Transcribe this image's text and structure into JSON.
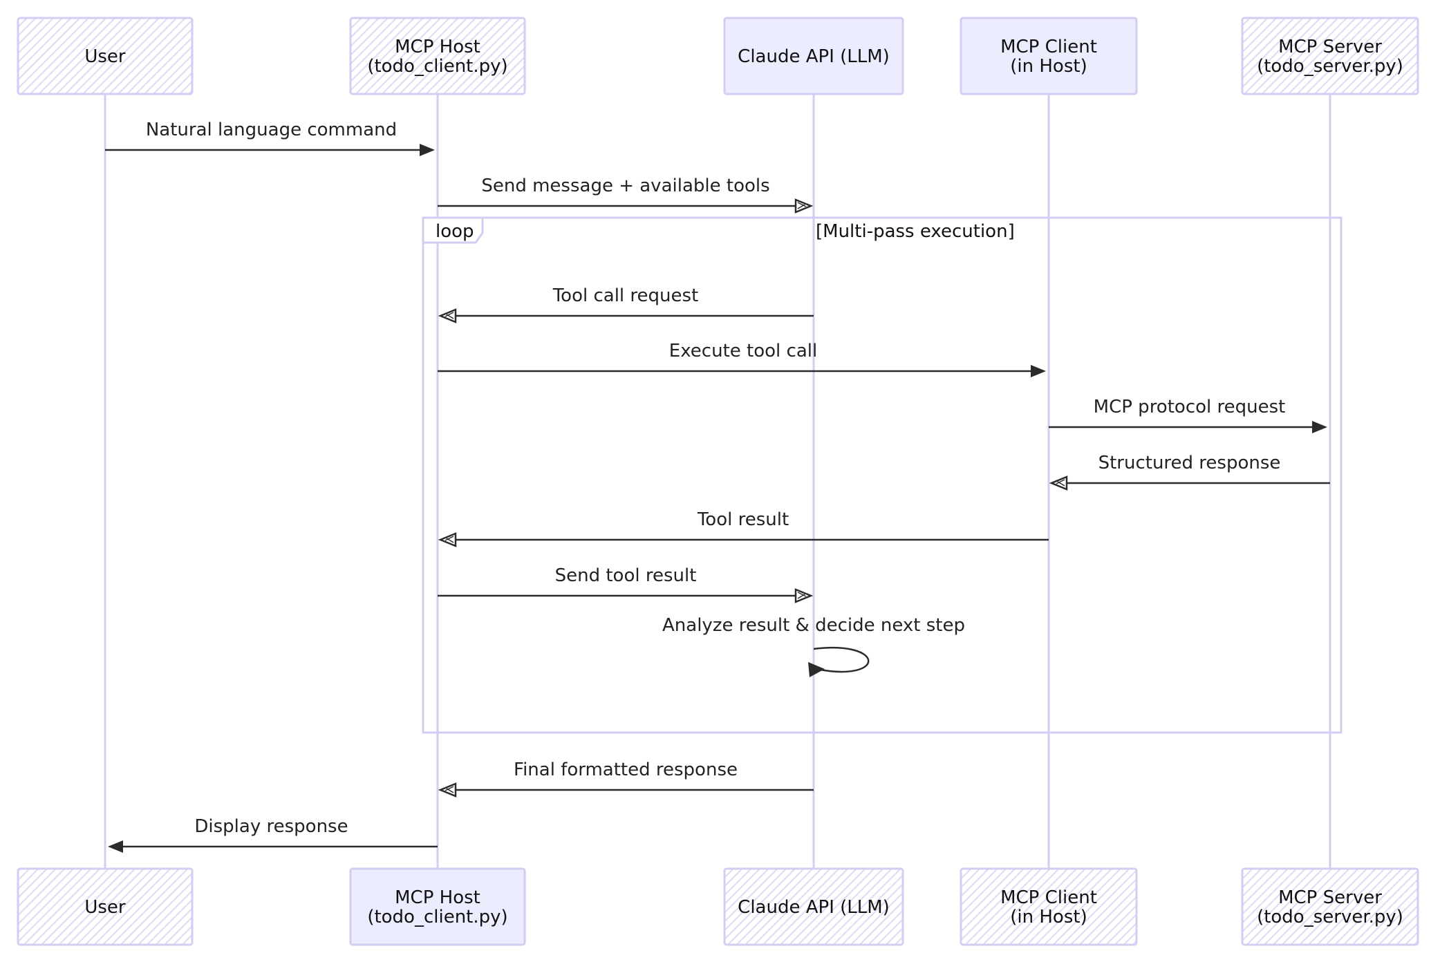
{
  "actors": [
    {
      "id": "user",
      "lines": [
        "User"
      ],
      "top_filled": false,
      "bottom_filled": false
    },
    {
      "id": "host",
      "lines": [
        "MCP Host",
        "(todo_client.py)"
      ],
      "top_filled": false,
      "bottom_filled": true
    },
    {
      "id": "llm",
      "lines": [
        "Claude API (LLM)"
      ],
      "top_filled": true,
      "bottom_filled": false
    },
    {
      "id": "client",
      "lines": [
        "MCP Client",
        "(in Host)"
      ],
      "top_filled": true,
      "bottom_filled": false
    },
    {
      "id": "server",
      "lines": [
        "MCP Server",
        "(todo_server.py)"
      ],
      "top_filled": false,
      "bottom_filled": false
    }
  ],
  "messages": [
    {
      "from": "user",
      "to": "host",
      "label": "Natural language command",
      "arrow": "solid"
    },
    {
      "from": "host",
      "to": "llm",
      "label": "Send message + available tools",
      "arrow": "open"
    },
    {
      "from": "llm",
      "to": "host",
      "label": "Tool call request",
      "arrow": "open"
    },
    {
      "from": "host",
      "to": "client",
      "label": "Execute tool call",
      "arrow": "solid"
    },
    {
      "from": "client",
      "to": "server",
      "label": "MCP protocol request",
      "arrow": "solid"
    },
    {
      "from": "server",
      "to": "client",
      "label": "Structured response",
      "arrow": "open"
    },
    {
      "from": "client",
      "to": "host",
      "label": "Tool result",
      "arrow": "open"
    },
    {
      "from": "host",
      "to": "llm",
      "label": "Send tool result",
      "arrow": "open"
    },
    {
      "from": "llm",
      "to": "llm",
      "label": "Analyze result & decide next step",
      "arrow": "solid"
    },
    {
      "from": "llm",
      "to": "host",
      "label": "Final formatted response",
      "arrow": "open"
    },
    {
      "from": "host",
      "to": "user",
      "label": "Display response",
      "arrow": "solid"
    }
  ],
  "loop": {
    "keyword": "loop",
    "condition": "[Multi-pass execution]"
  },
  "colors": {
    "actor_fill": "#ececff",
    "actor_stroke": "#d3cdf3",
    "hatch": "#ddd9f6",
    "line": "#2b2b2b",
    "text": "#111111"
  }
}
